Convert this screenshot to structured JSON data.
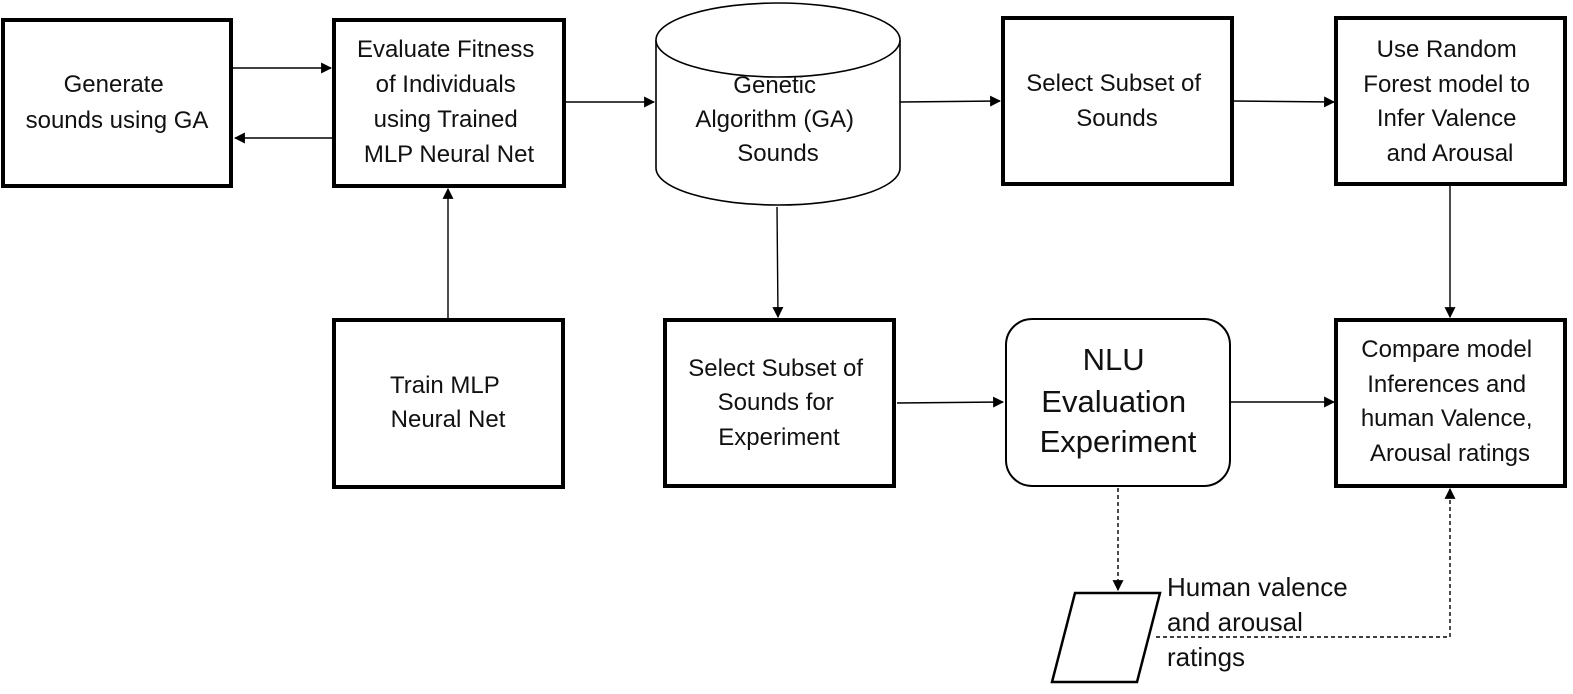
{
  "nodes": {
    "generate": {
      "lines": [
        "Generate",
        "sounds using GA"
      ]
    },
    "evaluate": {
      "lines": [
        "Evaluate Fitness",
        "of Individuals",
        "using Trained",
        "MLP Neural Net"
      ]
    },
    "ga_sounds": {
      "lines": [
        "Genetic",
        "Algorithm (GA)",
        "Sounds"
      ]
    },
    "select_subset": {
      "lines": [
        "Select Subset of",
        "Sounds"
      ]
    },
    "random_forest": {
      "lines": [
        "Use Random",
        "Forest model to",
        "Infer Valence",
        "and Arousal"
      ]
    },
    "train_mlp": {
      "lines": [
        "Train MLP",
        "Neural Net"
      ]
    },
    "select_experiment": {
      "lines": [
        "Select Subset of",
        "Sounds for",
        "Experiment"
      ]
    },
    "nlu": {
      "lines": [
        "NLU",
        "Evaluation",
        "Experiment"
      ]
    },
    "compare": {
      "lines": [
        "Compare model",
        "Inferences and",
        "human Valence,",
        "Arousal ratings"
      ]
    },
    "ratings": {
      "lines": [
        "Human valence",
        "and arousal",
        "ratings"
      ]
    }
  }
}
